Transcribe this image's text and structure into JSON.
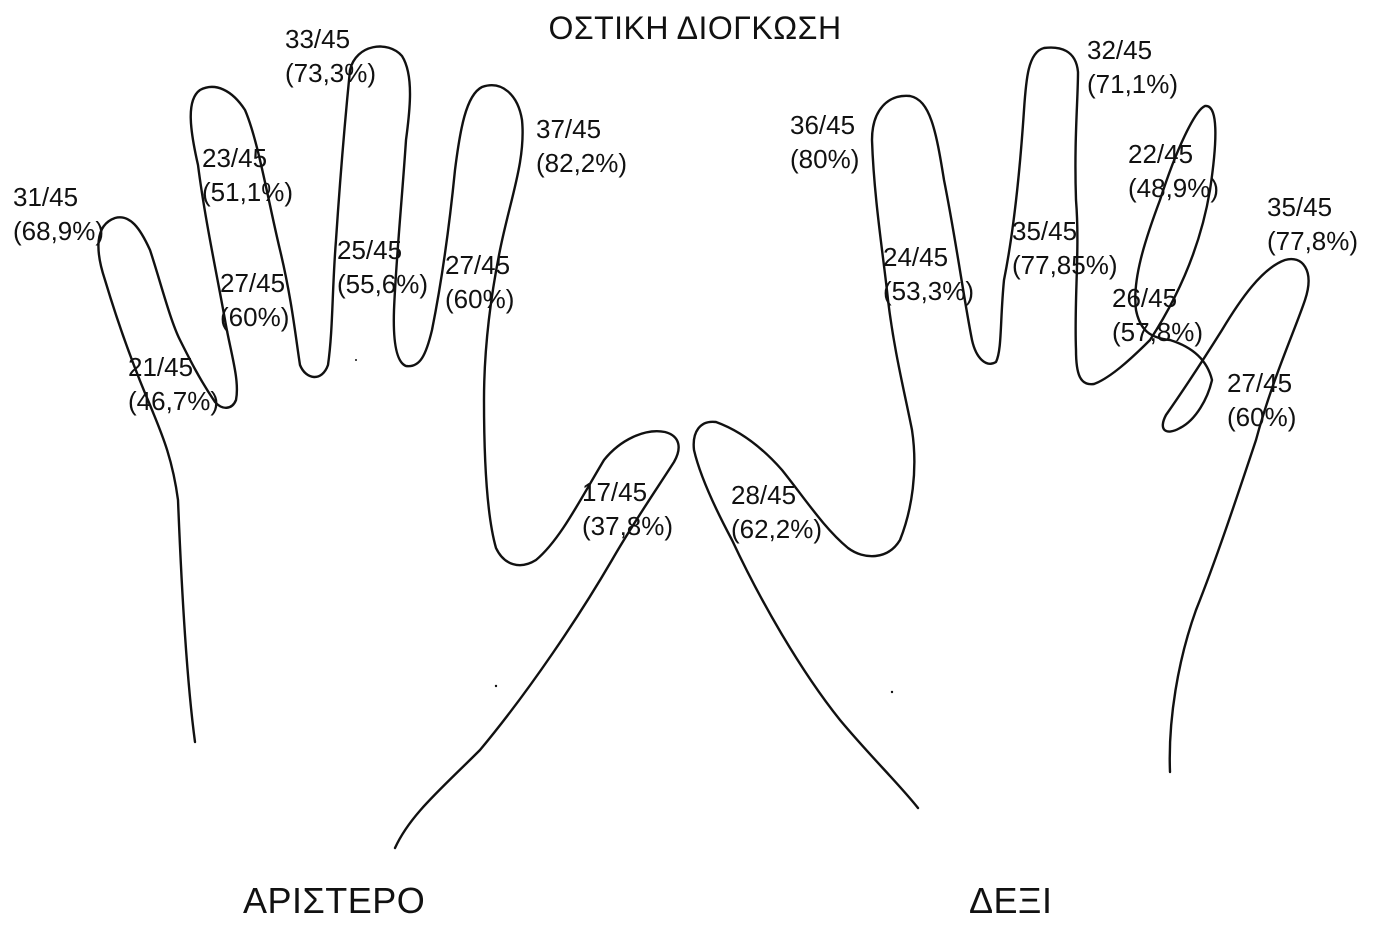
{
  "title": "ΟΣΤΙΚΗ ΔΙΟΓΚΩΣΗ",
  "hands": {
    "left": {
      "label": "ΑΡΙΣΤΕΡΟ",
      "joints": [
        {
          "count": "31/45",
          "percent": "(68,9%)"
        },
        {
          "count": "21/45",
          "percent": "(46,7%)"
        },
        {
          "count": "23/45",
          "percent": "(51,1%)"
        },
        {
          "count": "27/45",
          "percent": "(60%)"
        },
        {
          "count": "33/45",
          "percent": "(73,3%)"
        },
        {
          "count": "25/45",
          "percent": "(55,6%)"
        },
        {
          "count": "37/45",
          "percent": "(82,2%)"
        },
        {
          "count": "27/45",
          "percent": "(60%)"
        },
        {
          "count": "17/45",
          "percent": "(37,8%)"
        }
      ]
    },
    "right": {
      "label": "ΔΕΞΙ",
      "joints": [
        {
          "count": "36/45",
          "percent": "(80%)"
        },
        {
          "count": "24/45",
          "percent": "(53,3%)"
        },
        {
          "count": "32/45",
          "percent": "(71,1%)"
        },
        {
          "count": "35/45",
          "percent": "(77,85%)"
        },
        {
          "count": "22/45",
          "percent": "(48,9%)"
        },
        {
          "count": "26/45",
          "percent": "(57,8%)"
        },
        {
          "count": "35/45",
          "percent": "(77,8%)"
        },
        {
          "count": "27/45",
          "percent": "(60%)"
        },
        {
          "count": "28/45",
          "percent": "(62,2%)"
        }
      ]
    }
  }
}
